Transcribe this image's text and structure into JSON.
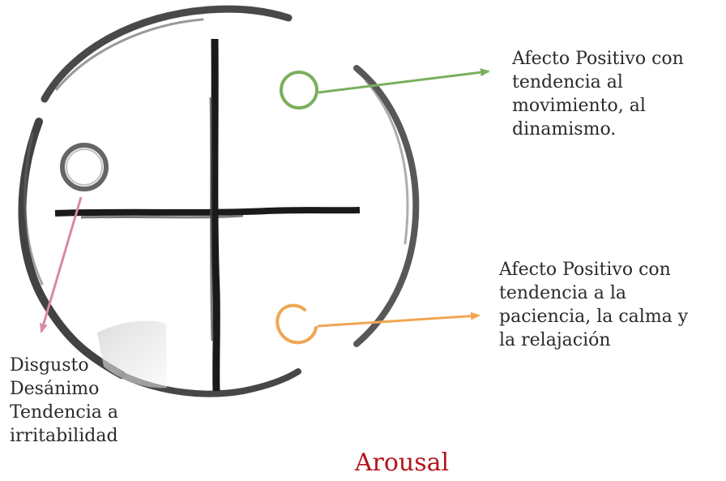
{
  "title": {
    "text": "Arousal",
    "color": "#b3151e"
  },
  "annotations": {
    "top_right": {
      "lines": [
        "Afecto Positivo con",
        "tendencia al",
        "movimiento, al",
        "dinamismo."
      ],
      "color": "#7aaf5e",
      "marker": "green-ring-icon"
    },
    "bottom_right": {
      "lines": [
        "Afecto Positivo con",
        "tendencia a la",
        "paciencia, la calma y",
        "la relajación"
      ],
      "color": "#f0a654",
      "marker": "orange-open-ring-icon"
    },
    "left": {
      "lines": [
        "Disgusto",
        "Desánimo",
        "Tendencia a",
        "irritabilidad"
      ],
      "color": "#d98aa0",
      "marker": "grey-ring-icon"
    }
  },
  "colors": {
    "ink": "#1a1a1a",
    "brush_circle": "#333333"
  }
}
